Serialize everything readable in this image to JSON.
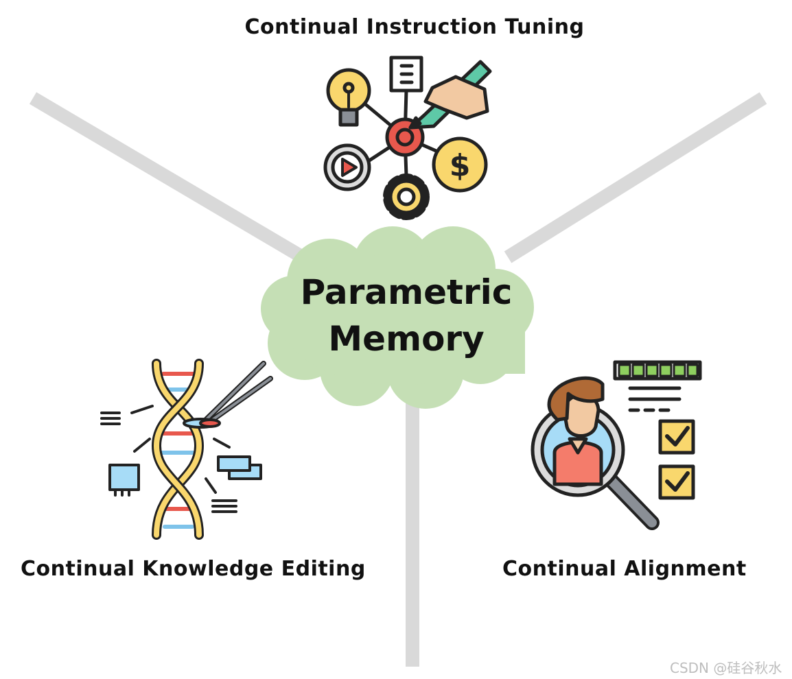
{
  "center": {
    "line1": "Parametric",
    "line2": "Memory"
  },
  "branches": {
    "top": "Continual Instruction Tuning",
    "left": "Continual Knowledge Editing",
    "right": "Continual Alignment"
  },
  "watermark": "CSDN @硅谷秋水",
  "colors": {
    "branch_line": "#d9d9d9",
    "cloud": "#c5dfb5",
    "outline": "#222222",
    "red": "#e8584d",
    "yellow": "#f9d76d",
    "teal": "#5ec9a7",
    "skin": "#f2c9a2",
    "brown": "#b06a36",
    "blue_light": "#a7dcf7",
    "green_bar": "#8ecf5f",
    "grey": "#8a8f96"
  },
  "icons": {
    "top": "strategy-network-icon",
    "left": "dna-editing-icon",
    "right": "person-checklist-search-icon"
  }
}
